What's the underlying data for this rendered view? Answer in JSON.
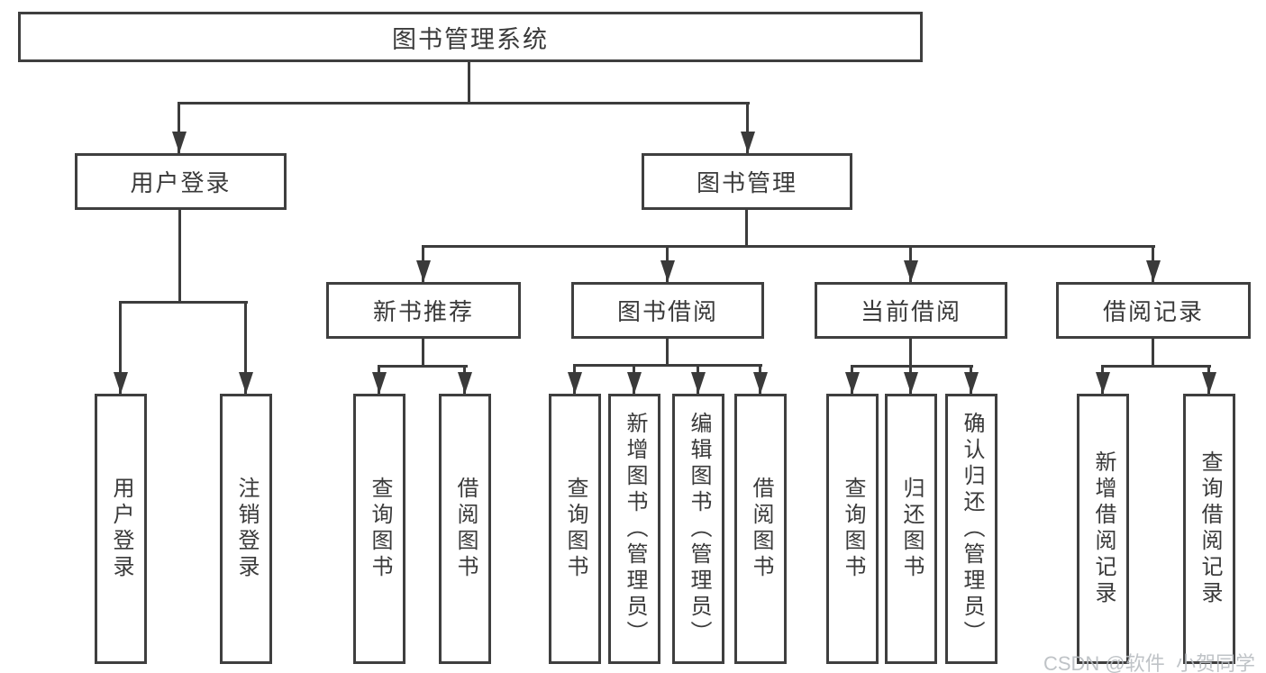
{
  "diagram": {
    "title": "图书管理系统",
    "watermark": "CSDN @软件_小贺同学",
    "colors": {
      "line": "#3c3c3c",
      "box_border": "#3f3f3f",
      "text": "#3a3a3a",
      "watermark": "#b9bdc1",
      "background": "#ffffff"
    },
    "nodes": {
      "root": "图书管理系统",
      "user_login": "用户登录",
      "book_mgmt": "图书管理",
      "new_book_rec": "新书推荐",
      "book_borrow": "图书借阅",
      "current_borrow": "当前借阅",
      "borrow_record": "借阅记录"
    },
    "leaves": [
      "用户登录",
      "注销登录",
      "查询图书",
      "借阅图书",
      "查询图书",
      "新增图书（管理员）",
      "编辑图书（管理员）",
      "借阅图书",
      "查询图书",
      "归还图书",
      "确认归还（管理员）",
      "新增借阅记录",
      "查询借阅记录"
    ],
    "hierarchy": [
      {
        "parent": "图书管理系统",
        "children": [
          "用户登录",
          "图书管理"
        ]
      },
      {
        "parent": "用户登录",
        "children": [
          "用户登录",
          "注销登录"
        ]
      },
      {
        "parent": "图书管理",
        "children": [
          "新书推荐",
          "图书借阅",
          "当前借阅",
          "借阅记录"
        ]
      },
      {
        "parent": "新书推荐",
        "children": [
          "查询图书",
          "借阅图书"
        ]
      },
      {
        "parent": "图书借阅",
        "children": [
          "查询图书",
          "新增图书（管理员）",
          "编辑图书（管理员）",
          "借阅图书"
        ]
      },
      {
        "parent": "当前借阅",
        "children": [
          "查询图书",
          "归还图书",
          "确认归还（管理员）"
        ]
      },
      {
        "parent": "借阅记录",
        "children": [
          "新增借阅记录",
          "查询借阅记录"
        ]
      }
    ]
  }
}
